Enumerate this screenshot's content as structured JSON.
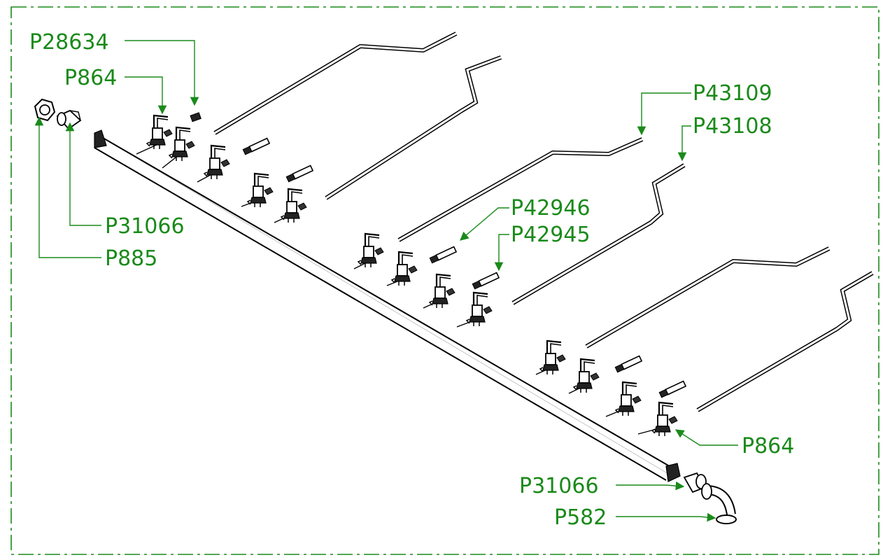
{
  "colors": {
    "label": "#1a8a1a",
    "drawing": "#000000",
    "border": "#1a8a1a",
    "background": "#ffffff"
  },
  "labels": {
    "p28634": "P28634",
    "p864_top": "P864",
    "p43109": "P43109",
    "p43108": "P43108",
    "p42946": "P42946",
    "p42945": "P42945",
    "p31066_left": "P31066",
    "p885": "P885",
    "p864_right": "P864",
    "p31066_right": "P31066",
    "p582": "P582"
  }
}
